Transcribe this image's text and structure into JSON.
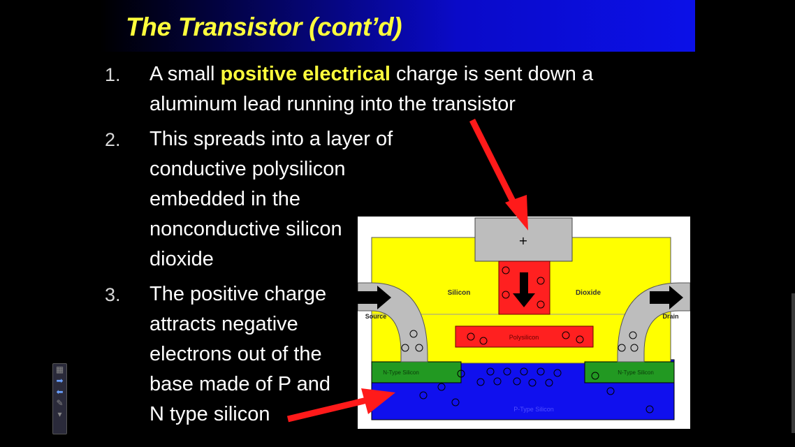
{
  "slide": {
    "title": "The Transistor (cont’d)",
    "items": [
      {
        "number": "1.",
        "line1_pre": "A small ",
        "line1_highlight": "positive electrical",
        "line1_post": " charge is sent down a",
        "line2": "aluminum lead running into the transistor"
      },
      {
        "number": "2.",
        "lines": [
          "This spreads into a layer of",
          "conductive polysilicon",
          "embedded in the",
          "nonconductive silicon",
          "dioxide"
        ]
      },
      {
        "number": "3.",
        "lines": [
          "The positive charge",
          "attracts negative",
          "electrons out of the",
          "base made of P and",
          "N type silicon"
        ]
      }
    ]
  },
  "diagram": {
    "gate_symbol": "+",
    "labels": {
      "silicon": "Silicon",
      "dioxide": "Dioxide",
      "source": "Source",
      "drain": "Drain",
      "polysilicon": "Polysilicon",
      "n_type_left": "N-Type Silicon",
      "n_type_right": "N-Type Silicon",
      "p_type": "P-Type Silicon"
    },
    "colors": {
      "dioxide": "#ffff00",
      "polysilicon": "#ff2020",
      "n_type": "#229922",
      "p_type": "#1010ee",
      "metal": "#bdbdbd",
      "annotation_arrow": "#ff1a1a"
    }
  }
}
